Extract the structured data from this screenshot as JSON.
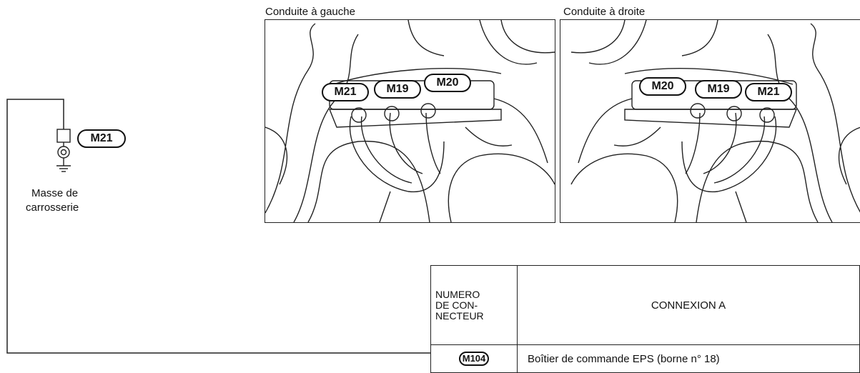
{
  "panels": {
    "left_title": "Conduite à gauche",
    "right_title": "Conduite à droite",
    "left_connectors": [
      "M21",
      "M19",
      "M20"
    ],
    "right_connectors": [
      "M20",
      "M19",
      "M21"
    ]
  },
  "ground": {
    "connector": "M21",
    "label_line1": "Masse de",
    "label_line2": "carrosserie"
  },
  "table": {
    "header_left_1": "NUMERO",
    "header_left_2": "DE CON-",
    "header_left_3": "NECTEUR",
    "header_right": "CONNEXION A",
    "row_connector": "M104",
    "row_description": "Boîtier de commande EPS (borne n° 18)"
  }
}
